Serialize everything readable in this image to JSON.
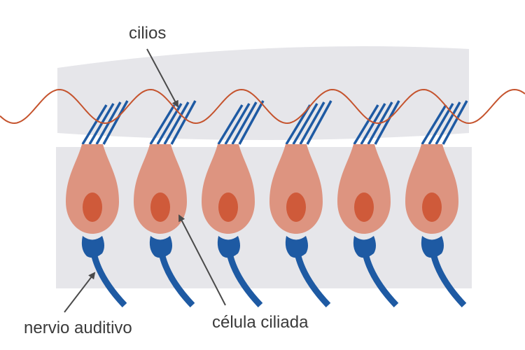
{
  "labels": {
    "cilia": "cilios",
    "hair_cell": "célula ciliada",
    "nerve": "nervio auditivo"
  },
  "colors": {
    "membrane": "#e6e6ea",
    "cell_body": "#dd9480",
    "nucleus": "#cf5a3a",
    "cilia": "#1e5aa3",
    "nerve": "#1e5aa3",
    "wave": "#c5532d",
    "arrow": "#4a4a4a",
    "text": "#3a3a3a"
  },
  "diagram": {
    "hair_cell_count": 6
  }
}
